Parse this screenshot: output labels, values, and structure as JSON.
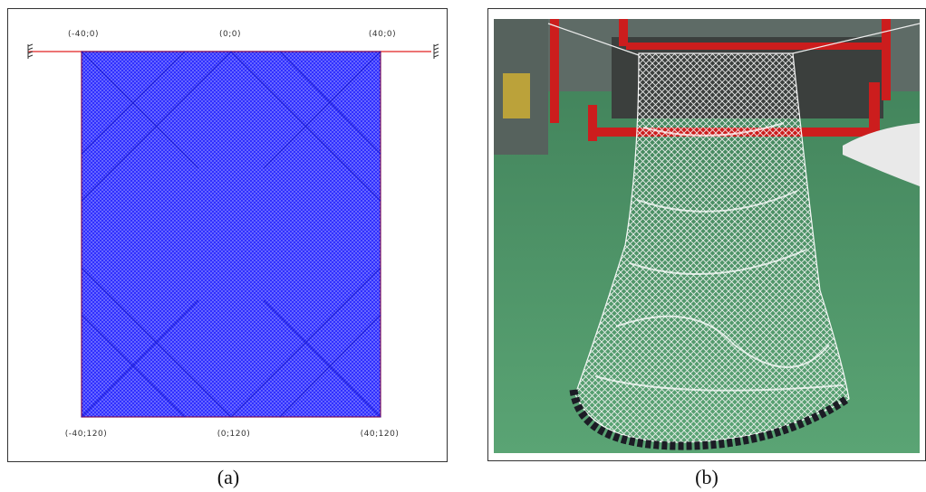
{
  "figure": {
    "panel_a": {
      "caption": "(a)",
      "coords": {
        "top_left": "(-40;0)",
        "top_mid": "(0;0)",
        "top_right": "(40;0)",
        "bottom_left": "(-40;120)",
        "bottom_mid": "(0;120)",
        "bottom_right": "(40;120)"
      },
      "colors": {
        "net": "#1a1aff",
        "line": "#e02020",
        "border": "#7a0f5a"
      }
    },
    "panel_b": {
      "caption": "(b)",
      "colors": {
        "floor": "#4f9a6c",
        "frame": "#cc1d1d",
        "net": "#f2f2f2",
        "chain": "#1c1c25"
      }
    }
  }
}
